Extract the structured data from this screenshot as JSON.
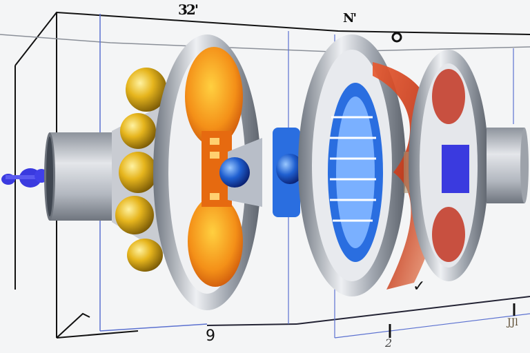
{
  "image": {
    "description": "3D render of an exploded mechanical/electromagnetic assembly inside a wireframe box",
    "background_color": "#f4f5f6"
  },
  "labels": {
    "top_left": "32'",
    "top_middle": "N'",
    "ring_marker": "o",
    "bottom_center": "9",
    "bottom_tick_1": "2",
    "bottom_tick_2": "JJl",
    "check_mark": "✓"
  },
  "components": {
    "left_cylinder": {
      "color": "#b8bcc4"
    },
    "right_cylinder": {
      "color": "#b6bac2"
    },
    "gold_spheres": {
      "color": "#e2b320",
      "count": 5
    },
    "orange_core": {
      "color": "#f08a18"
    },
    "blue_connector": {
      "color": "#1f5fd0"
    },
    "blue_fins": {
      "color": "#2a6ee0"
    },
    "red_bristles": {
      "color": "#d44a28"
    },
    "steel_rings": {
      "color": "#9aa0aa",
      "count": 3
    },
    "blue_emitter": {
      "color": "#3a3adf"
    }
  },
  "colors": {
    "frame_line": "#111111",
    "blue_line": "#4a6ad0",
    "steel": "#a6acb6"
  }
}
